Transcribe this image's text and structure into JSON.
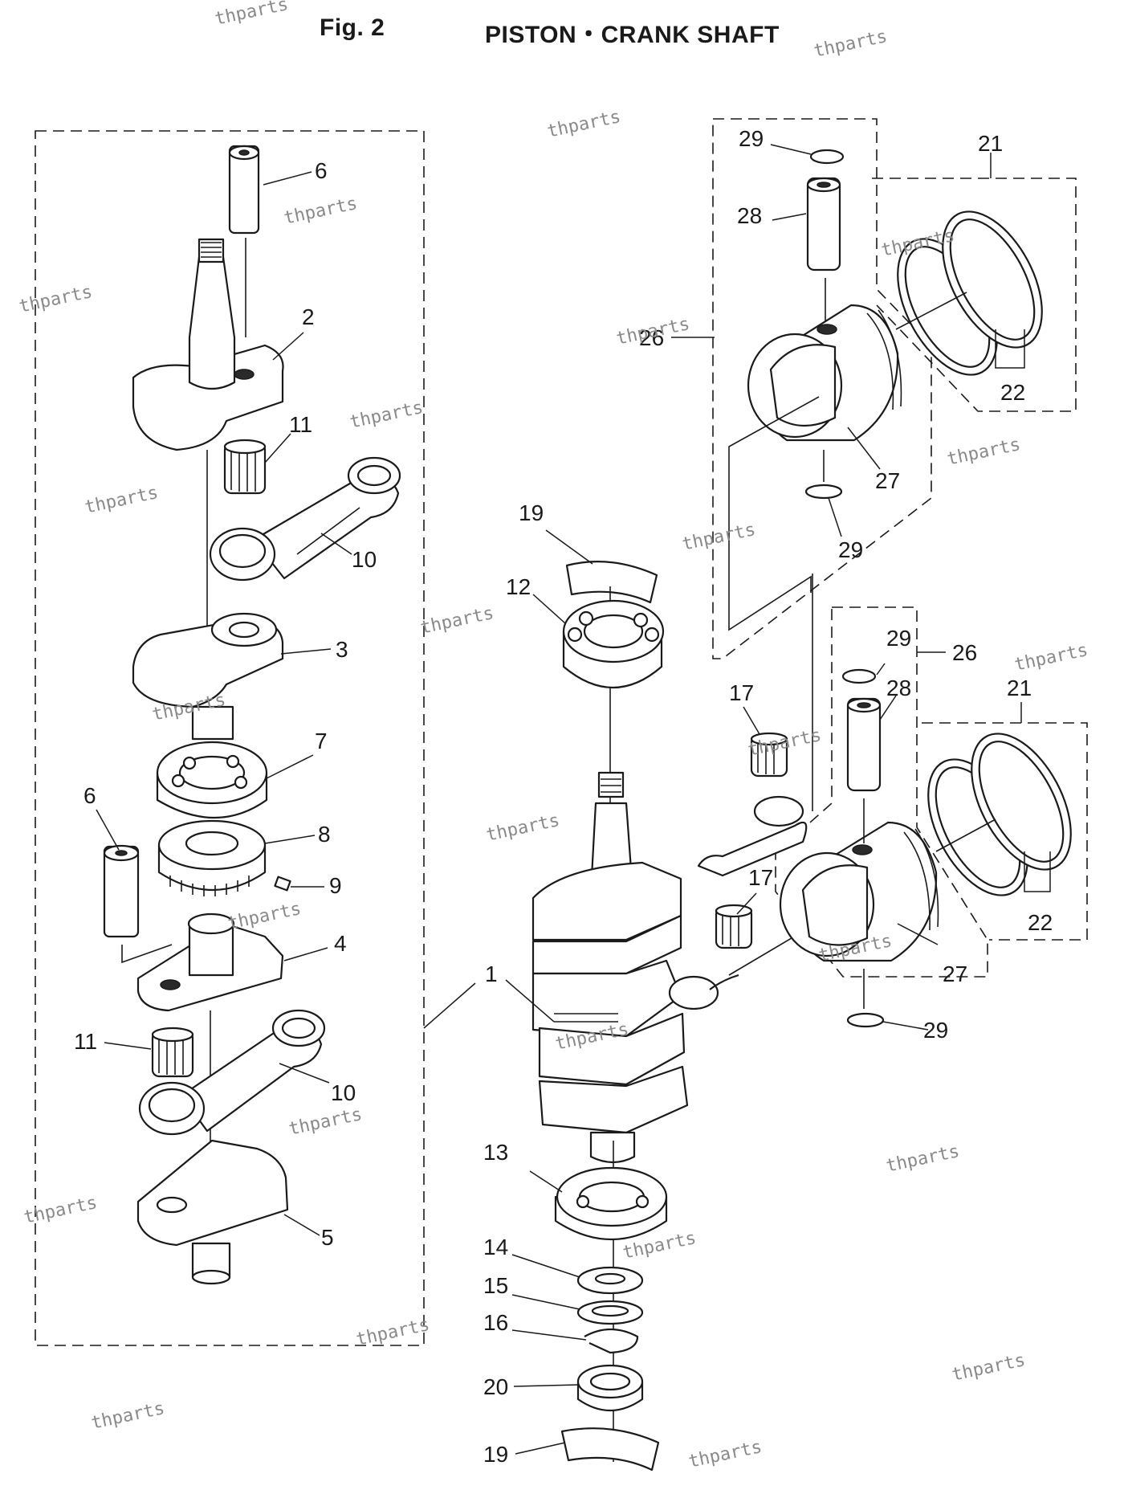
{
  "header": {
    "fig": "Fig. 2",
    "title": "PISTON・CRANK SHAFT"
  },
  "watermark_text": "thparts",
  "callouts": {
    "c1": "1",
    "c2": "2",
    "c3": "3",
    "c4": "4",
    "c5": "5",
    "c6a": "6",
    "c6b": "6",
    "c7": "7",
    "c8": "8",
    "c9": "9",
    "c10a": "10",
    "c10b": "10",
    "c11a": "11",
    "c11b": "11",
    "c12": "12",
    "c13": "13",
    "c14": "14",
    "c15": "15",
    "c16": "16",
    "c17a": "17",
    "c17b": "17",
    "c19a": "19",
    "c19b": "19",
    "c20": "20",
    "c21a": "21",
    "c21b": "21",
    "c22a": "22",
    "c22b": "22",
    "c26a": "26",
    "c26b": "26",
    "c27a": "27",
    "c27b": "27",
    "c28a": "28",
    "c28b": "28",
    "c29a": "29",
    "c29b": "29",
    "c29c": "29",
    "c29d": "29"
  }
}
